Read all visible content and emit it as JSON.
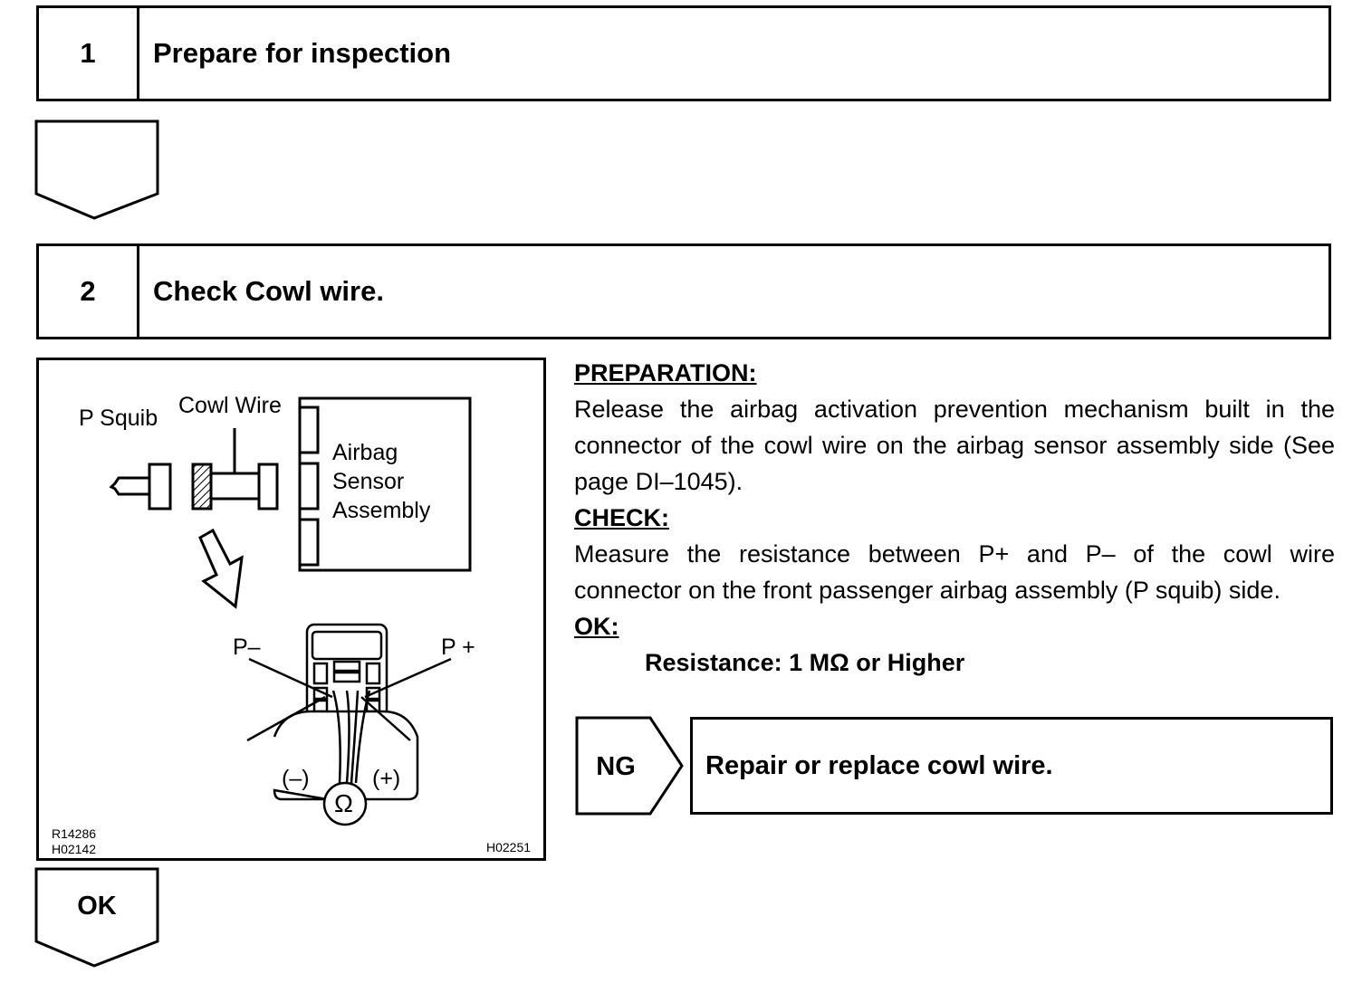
{
  "steps": [
    {
      "number": "1",
      "title": "Prepare for inspection"
    },
    {
      "number": "2",
      "title": "Check Cowl wire."
    }
  ],
  "figure": {
    "label_p_squib": "P Squib",
    "label_cowl_wire": "Cowl Wire",
    "label_airbag": "Airbag",
    "label_sensor": "Sensor",
    "label_assembly": "Assembly",
    "label_p_minus": "P–",
    "label_p_plus": "P +",
    "label_neg": "(–)",
    "label_pos": "(+)",
    "label_ohm": "Ω",
    "code_1": "R14286",
    "code_2": "H02142",
    "code_3": "H02251"
  },
  "instructions": {
    "preparation_heading": "PREPARATION:",
    "preparation_text": "Release the airbag activation prevention mechanism built in the connector of the cowl wire on the airbag sensor assembly side (See page DI–1045).",
    "check_heading": "CHECK:",
    "check_text": "Measure the resistance between P+ and P– of the cowl wire connector on the front passenger airbag assembly (P squib) side.",
    "ok_heading": "OK:",
    "ok_spec": "Resistance: 1 MΩ or Higher"
  },
  "results": {
    "ng_label": "NG",
    "ng_action": "Repair or replace cowl wire.",
    "ok_label": "OK"
  }
}
